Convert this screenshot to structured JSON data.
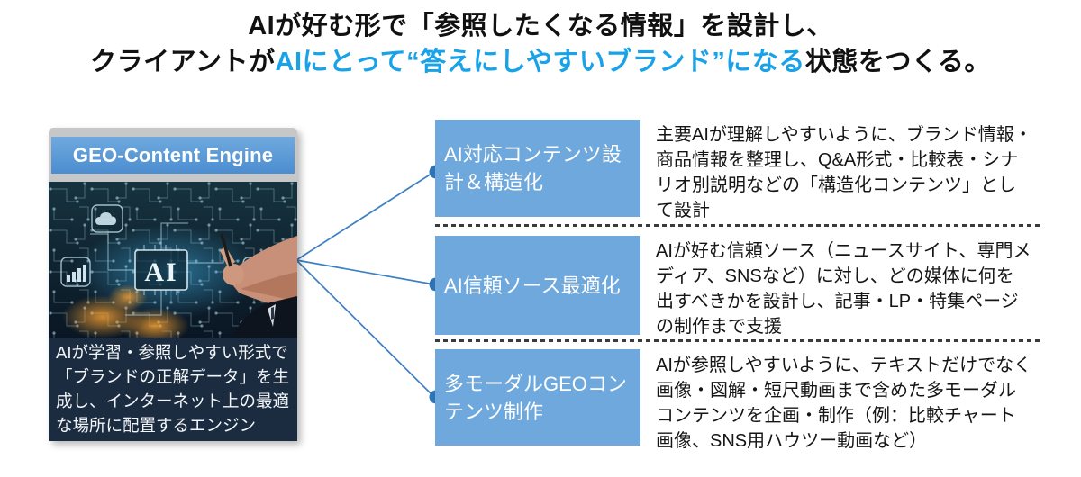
{
  "title": {
    "line1": "AIが好む形で「参照したくなる情報」を設計し、",
    "line2_pre": "クライアントが",
    "line2_highlight": "AIにとって“答えにしやすいブランド”になる",
    "line2_post": "状態をつくる。"
  },
  "card": {
    "header": "GEO-Content Engine",
    "image_label": "AI",
    "image_icons": [
      "cloud-icon",
      "bar-chart-icon",
      "battery-icon",
      "hand-with-stylus",
      "person-silhouette"
    ],
    "caption": "AIが学習・参照しやすい形式で\n「ブランドの正解データ」を生\n成し、インターネット上の最適\nな場所に配置するエンジン"
  },
  "items": [
    {
      "label": "AI対応コンテンツ設\n計＆構造化",
      "description": "主要AIが理解しやすいように、ブランド情報・\n商品情報を整理し、Q&A形式・比較表・シナ\nリオ別説明などの「構造化コンテンツ」とし\nて設計"
    },
    {
      "label": "AI信頼ソース最適化",
      "description": "AIが好む信頼ソース（ニュースサイト、専門メ\nディア、SNSなど）に対し、どの媒体に何を\n出すべきかを設計し、記事・LP・特集ページ\nの制作まで支援"
    },
    {
      "label": "多モーダルGEOコン\nテンツ制作",
      "description": "AIが参照しやすいように、テキストだけでなく\n画像・図解・短尺動画まで含めた多モーダル\nコンテンツを企画・制作（例：比較チャート\n画像、SNS用ハウツー動画など）"
    }
  ],
  "colors": {
    "title_highlight": "#19A2E8",
    "service_box_blue": "#6FA8DC",
    "card_header_blue": "#5B9BD5",
    "card_frame_gray": "#C6C7C8",
    "caption_panel_navy": "#1C2C40",
    "connector_blue": "#2E74B5",
    "dash_gray": "#3B3B3B"
  }
}
